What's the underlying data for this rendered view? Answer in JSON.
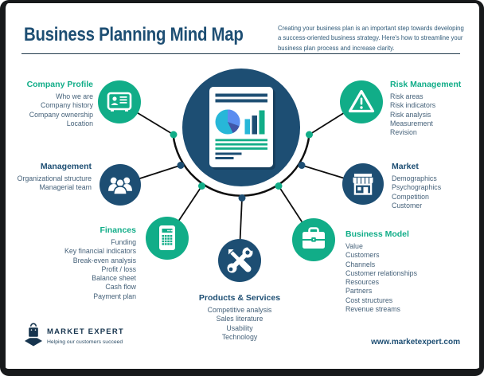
{
  "header": {
    "title": "Business Planning Mind Map",
    "description_lines": [
      "Creating your business plan is an important step towards developing",
      "a success-oriented business strategy. Here's how to streamline your",
      "business plan process and increase clarity."
    ]
  },
  "nodes": [
    {
      "id": "company-profile",
      "title": "Company Profile",
      "accent": "green",
      "icon": "id-card-icon",
      "items": [
        "Who we are",
        "Company history",
        "Company ownership",
        "Location"
      ]
    },
    {
      "id": "management",
      "title": "Management",
      "accent": "navy",
      "icon": "team-icon",
      "items": [
        "Organizational structure",
        "Managerial team"
      ]
    },
    {
      "id": "finances",
      "title": "Finances",
      "accent": "green",
      "icon": "calculator-icon",
      "items": [
        "Funding",
        "Key financial indicators",
        "Break-even analysis",
        "Profit / loss",
        "Balance sheet",
        "Cash flow",
        "Payment plan"
      ]
    },
    {
      "id": "risk-management",
      "title": "Risk Management",
      "accent": "green",
      "icon": "warning-triangle-icon",
      "items": [
        "Risk areas",
        "Risk indicators",
        "Risk analysis",
        "Measurement",
        "Revision"
      ]
    },
    {
      "id": "market",
      "title": "Market",
      "accent": "navy",
      "icon": "storefront-icon",
      "items": [
        "Demographics",
        "Psychographics",
        "Competition",
        "Customer"
      ]
    },
    {
      "id": "business-model",
      "title": "Business Model",
      "accent": "green",
      "icon": "briefcase-icon",
      "items": [
        "Value",
        "Customers",
        "Channels",
        "Customer relationships",
        "Resources",
        "Partners",
        "Cost structures",
        "Revenue streams"
      ]
    },
    {
      "id": "products-services",
      "title": "Products & Services",
      "accent": "navy",
      "icon": "tools-icon",
      "items": [
        "Competitive analysis",
        "Sales literature",
        "Usability",
        "Technology"
      ]
    }
  ],
  "footer": {
    "brand": "MARKET EXPERT",
    "tagline": "Helping our customers succeed",
    "website": "www.marketexpert.com"
  },
  "colors": {
    "green": "#11ad88",
    "navy": "#1d4e73",
    "item": "#46627a",
    "line": "#0e0e0e",
    "frame": "#17191b",
    "pie_blue": "#5b8df0",
    "pie_slate": "#4156a8",
    "pie_cyan": "#27b7d8"
  }
}
